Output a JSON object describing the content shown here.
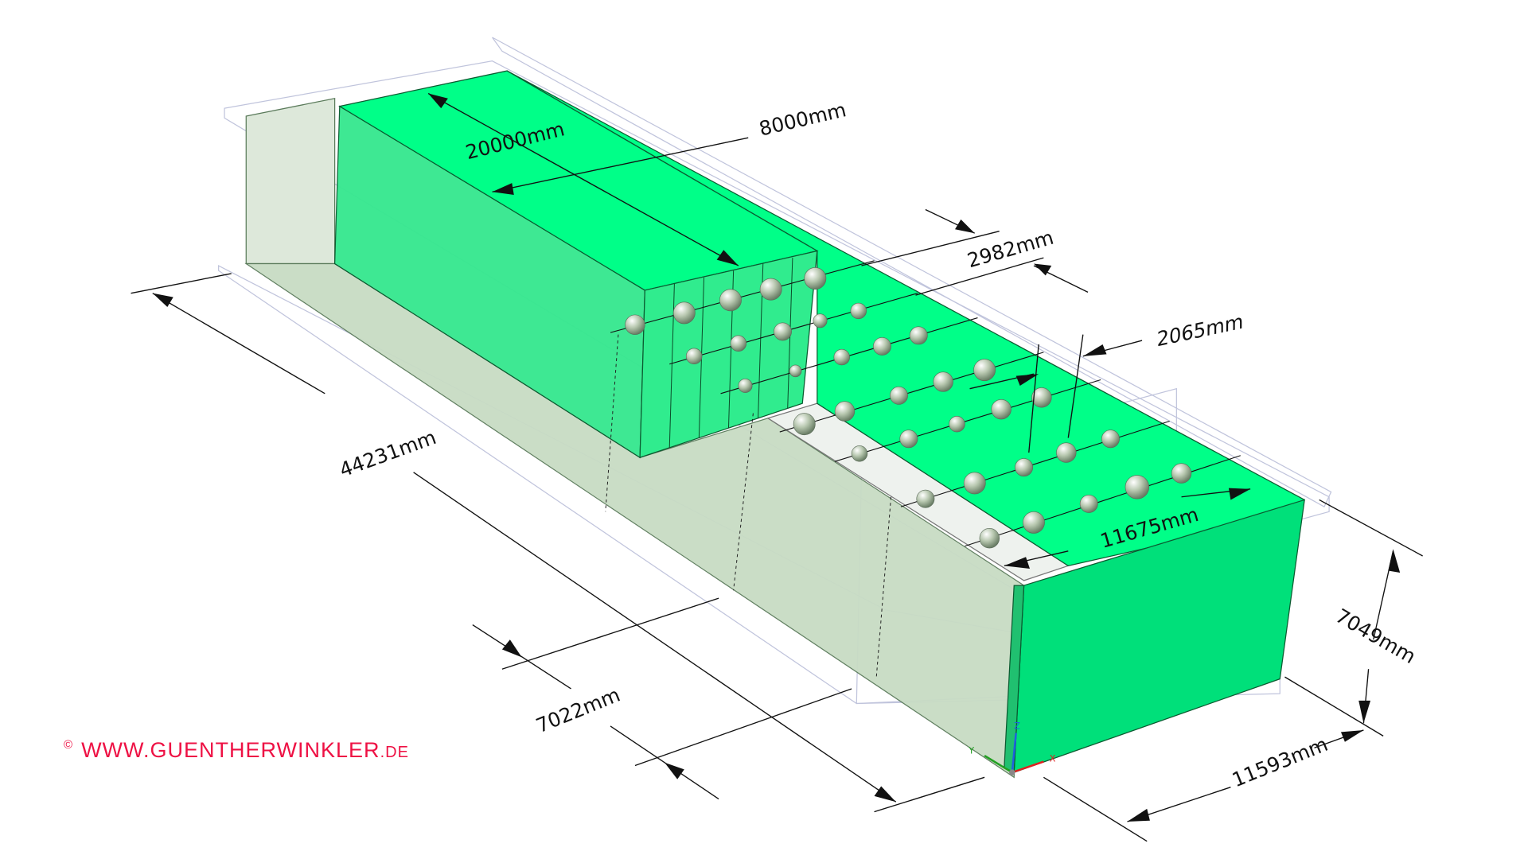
{
  "dimensions": {
    "d20000": "20000mm",
    "d8000": "8000mm",
    "d2982": "2982mm",
    "d2065": "2065mm",
    "d44231": "44231mm",
    "d11675": "11675mm",
    "d7022": "7022mm",
    "d7049": "7049mm",
    "d11593": "11593mm"
  },
  "axes": {
    "x": "X",
    "y": "Y",
    "z": "Z"
  },
  "watermark": {
    "copyright": "©",
    "main": "WWW.GUENTHERWINKLER",
    "suffix": ".DE"
  },
  "colors": {
    "green": "#00ff88",
    "green_dark": "#00e07a",
    "glass": "#c8dcc4",
    "watermark": "#ee1144"
  }
}
